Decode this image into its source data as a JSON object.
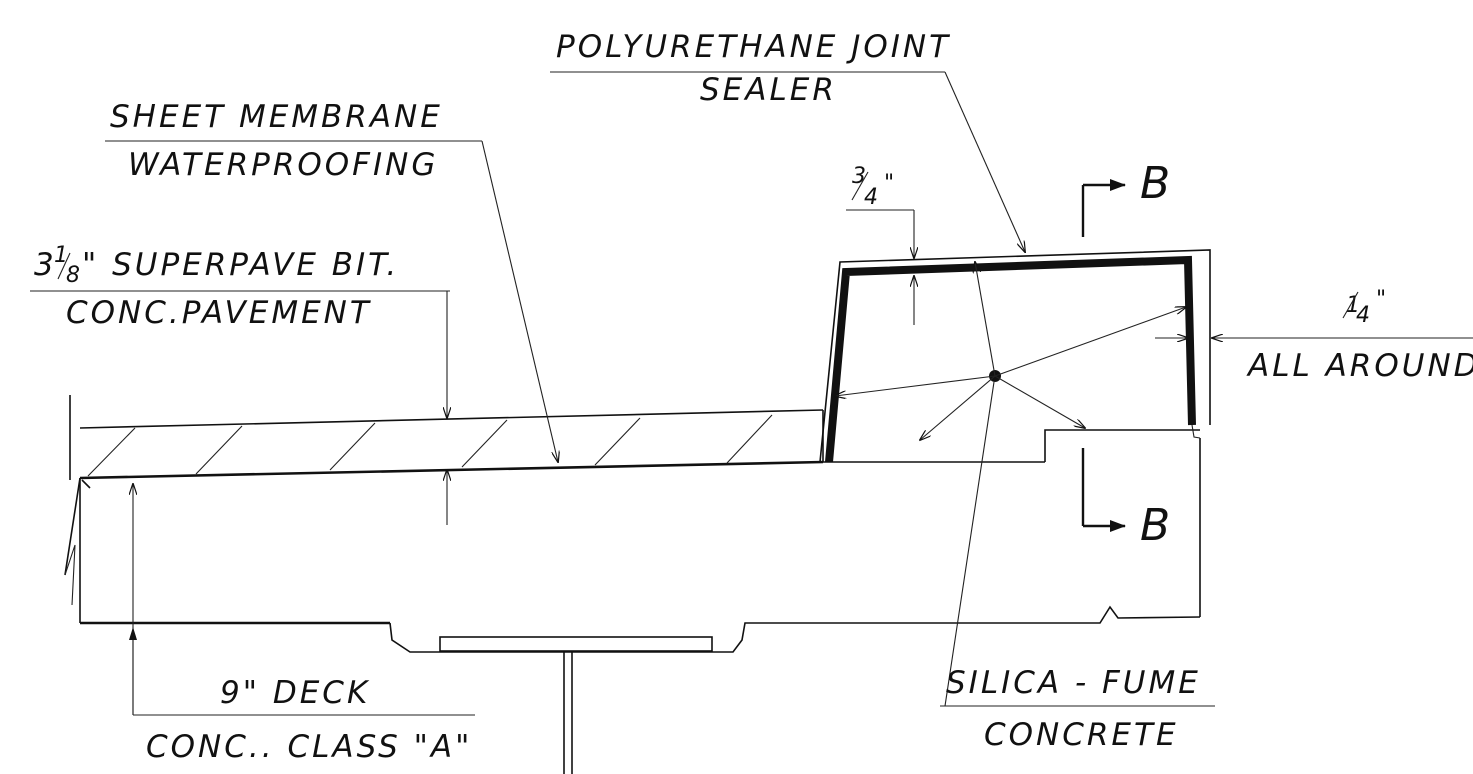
{
  "labels": {
    "poly_line1": "POLYURETHANE  JOINT",
    "poly_line2": "SEALER",
    "sheet_line1": "SHEET  MEMBRANE",
    "sheet_line2": "WATERPROOFING",
    "pave_prefix": "3",
    "pave_frac_num": "1",
    "pave_frac_den": "8",
    "pave_line1_rest": "\"  SUPERPAVE  BIT.",
    "pave_line2": "CONC.PAVEMENT",
    "dim_three_quarter_num": "3",
    "dim_three_quarter_den": "4",
    "dim_inch_mark": "\"",
    "dim_quarter_num": "1",
    "dim_quarter_den": "4",
    "all_around": "ALL  AROUND",
    "deck_line1": "9\"  DECK",
    "deck_line2": "CONC..  CLASS  \"A\"",
    "silica_line1": "SILICA  -  FUME",
    "silica_line2": "CONCRETE",
    "section_b_top": "B",
    "section_b_bottom": "B"
  }
}
